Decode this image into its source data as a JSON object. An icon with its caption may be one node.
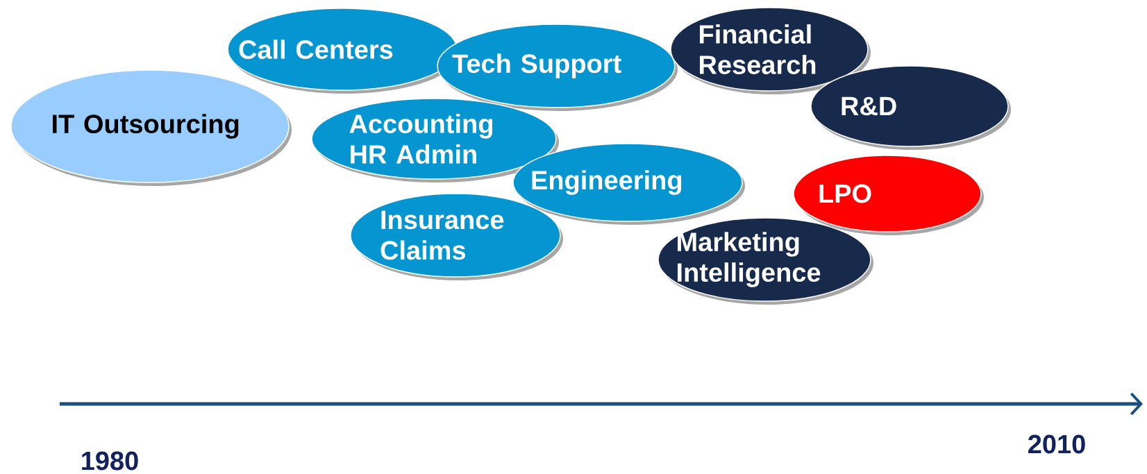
{
  "diagram": {
    "nodes": [
      {
        "text": [
          "IT Outsourcing"
        ]
      },
      {
        "text": [
          "Call Centers"
        ]
      },
      {
        "text": [
          "Tech Support"
        ]
      },
      {
        "text": [
          "Financial Research"
        ]
      },
      {
        "text": [
          "R&D"
        ]
      },
      {
        "text": [
          "Accounting HR Admin"
        ]
      },
      {
        "text": [
          "Engineering"
        ]
      },
      {
        "text": [
          "LPO"
        ]
      },
      {
        "text": [
          "Insurance Claims"
        ]
      },
      {
        "text": [
          "Marketing Intelligence"
        ]
      }
    ],
    "edges": [],
    "labels": [
      "1980",
      "2010"
    ]
  }
}
